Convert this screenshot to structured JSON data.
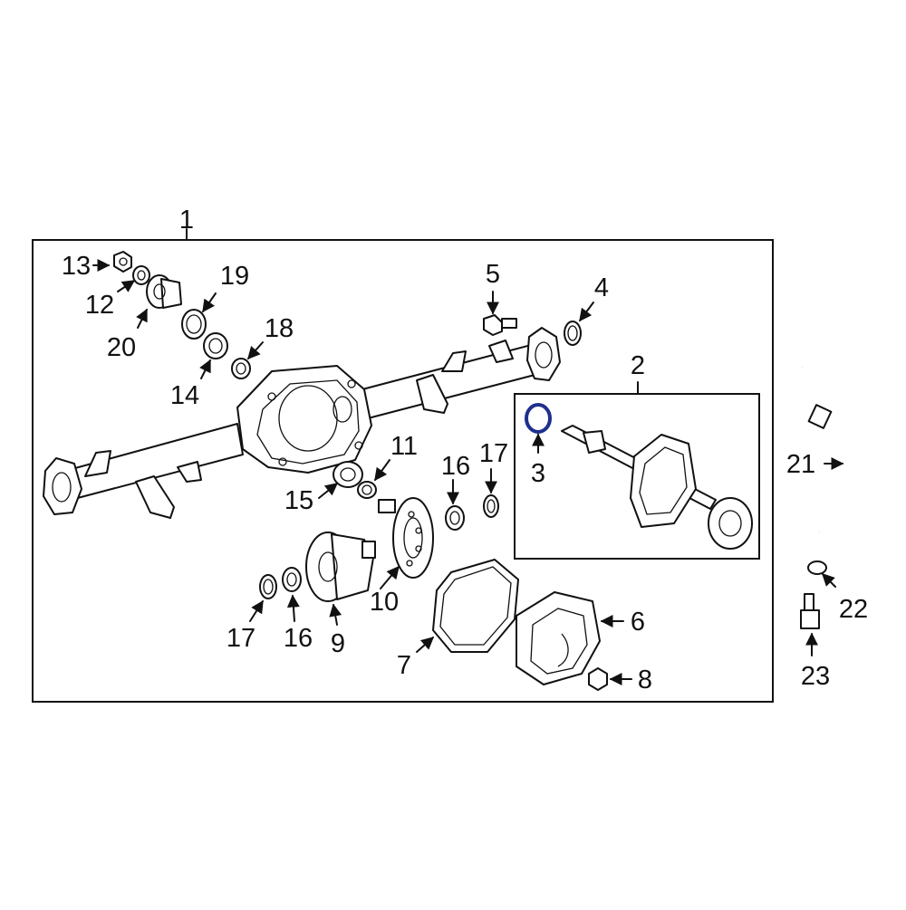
{
  "diagram": {
    "callouts": [
      "1",
      "2",
      "3",
      "4",
      "5",
      "6",
      "7",
      "8",
      "9",
      "10",
      "11",
      "12",
      "13",
      "14",
      "15",
      "16",
      "16",
      "17",
      "17",
      "18",
      "19",
      "20",
      "21",
      "22",
      "23"
    ],
    "highlight_color": "#1f2f8c",
    "highlighted_part": "3"
  }
}
